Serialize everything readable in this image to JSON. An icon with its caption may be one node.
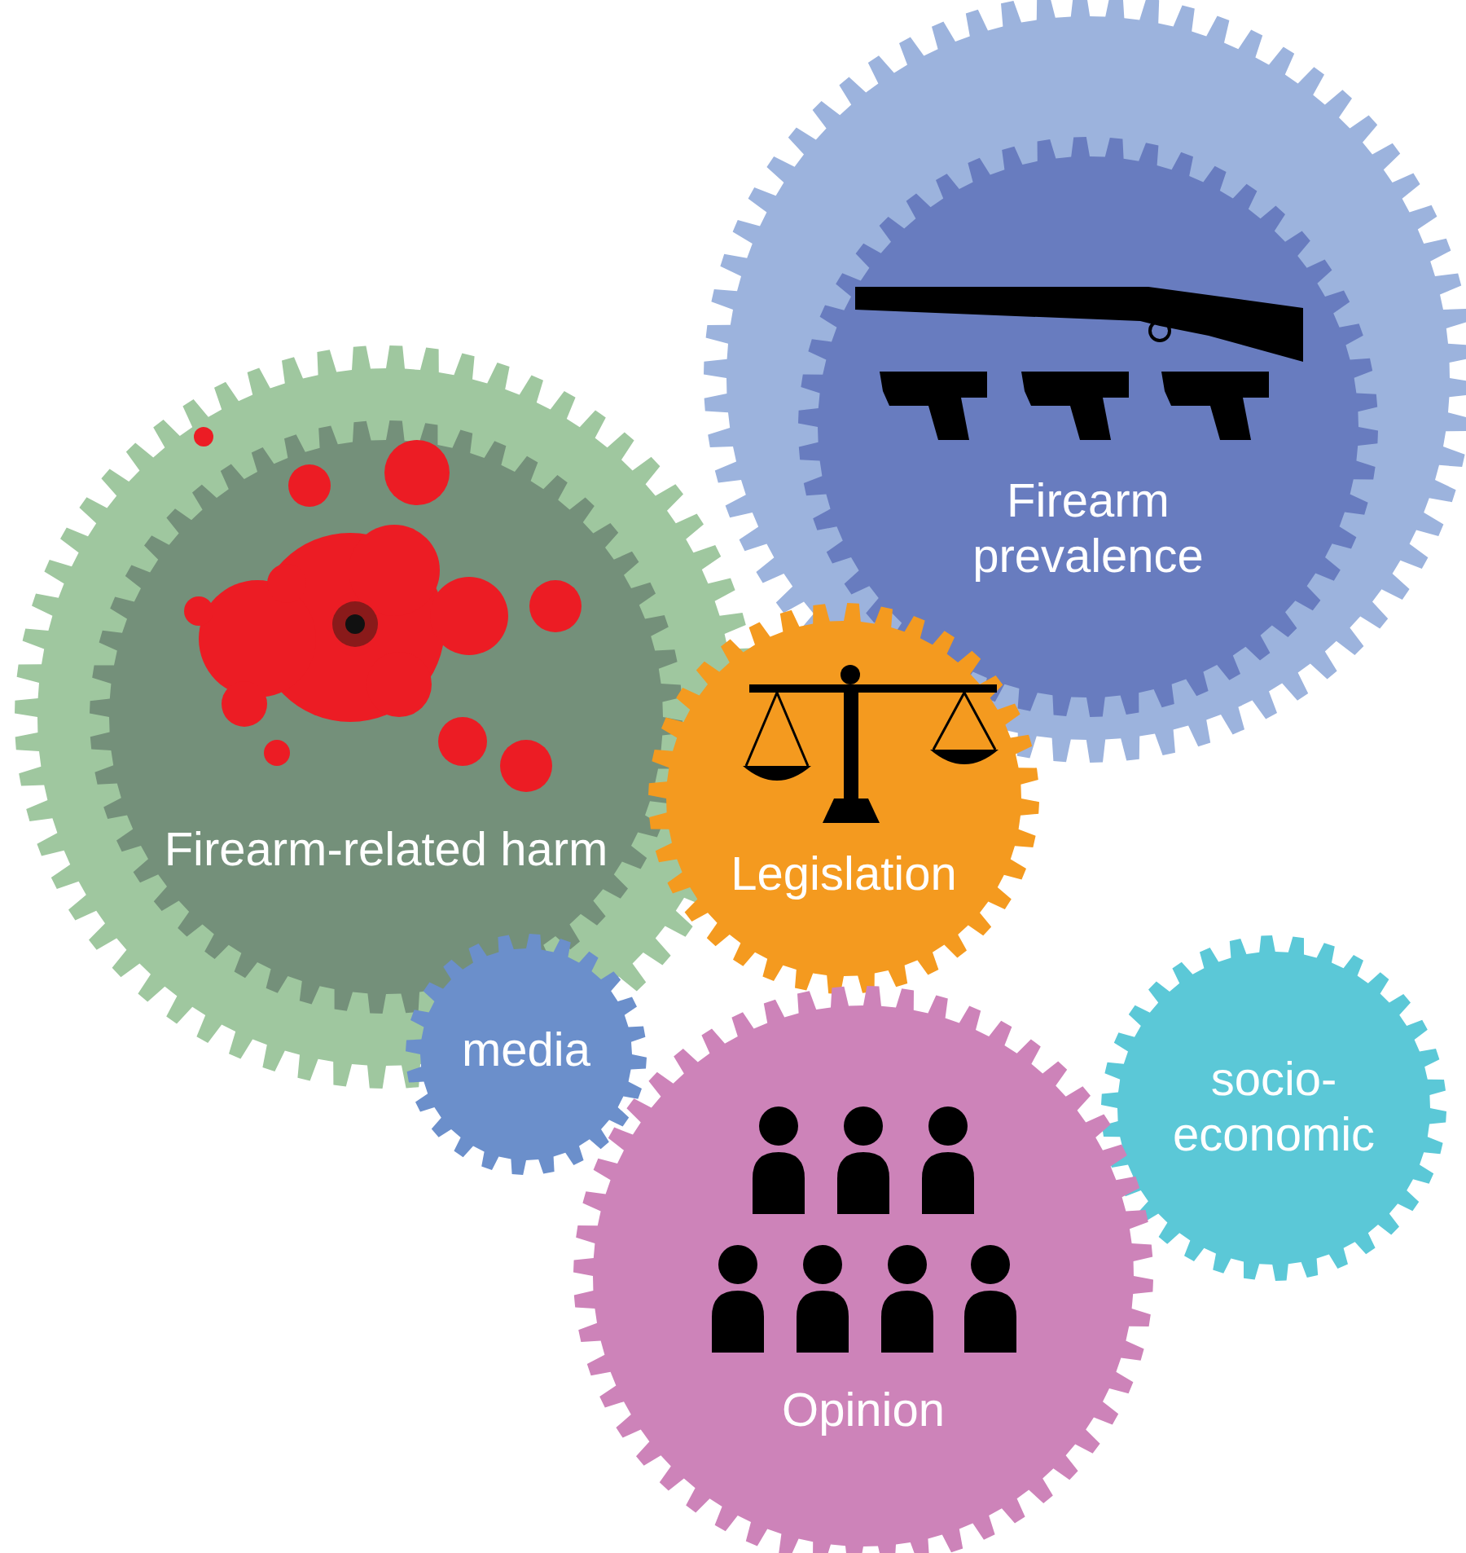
{
  "diagram": {
    "nodes": [
      {
        "text": [],
        "shape": "gear"
      },
      {
        "text": [
          "Firearm-related harm"
        ],
        "in": 0
      },
      {
        "text": [],
        "shape": "gear"
      },
      {
        "text": [
          "Firearm prevalence"
        ],
        "in": 2
      },
      {
        "text": [
          "Legislation"
        ]
      },
      {
        "text": [
          "media"
        ]
      },
      {
        "text": [
          "socio-economic"
        ]
      },
      {
        "text": [
          "Opinion"
        ]
      }
    ]
  }
}
